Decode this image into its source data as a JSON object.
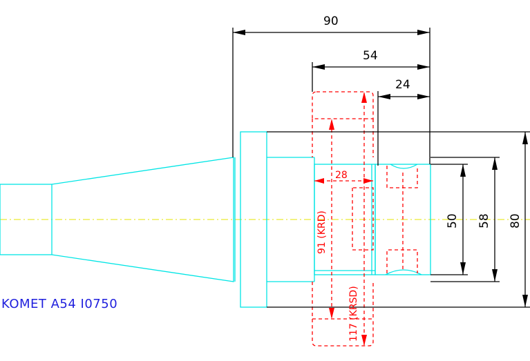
{
  "drawing": {
    "part_label": "KOMET A54 I0750",
    "dimensions": {
      "d90": "90",
      "d54": "54",
      "d24": "24",
      "d28": "28",
      "d50": "50",
      "d58": "58",
      "d80": "80",
      "krd": "91 (KRD)",
      "krsd": "117 (KRSD)"
    },
    "colors": {
      "body_outline": "#00e5e5",
      "dimension_lines": "#000000",
      "reference_dashed": "#ff0000",
      "centerline": "#e5e500",
      "label_text": "#1f1fdd"
    }
  }
}
